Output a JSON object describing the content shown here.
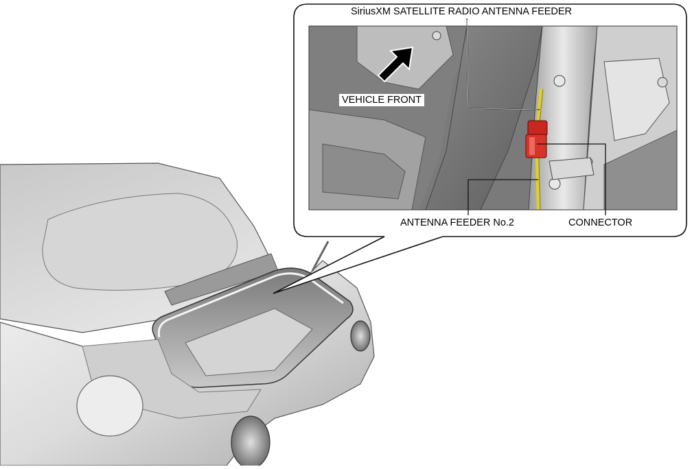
{
  "labels": {
    "feeder": "SiriusXM SATELLITE RADIO ANTENNA FEEDER",
    "antenna_feeder_2": "ANTENNA FEEDER No.2",
    "connector": "CONNECTOR",
    "vehicle_front": "VEHICLE FRONT"
  },
  "colors": {
    "connector": "#c8261e",
    "wire": "#e2d21a",
    "body_light": "#e6e6e6",
    "body_mid": "#bdbdbd",
    "body_dark": "#6e6e6e",
    "detail_panel": "#6f6f6f"
  }
}
